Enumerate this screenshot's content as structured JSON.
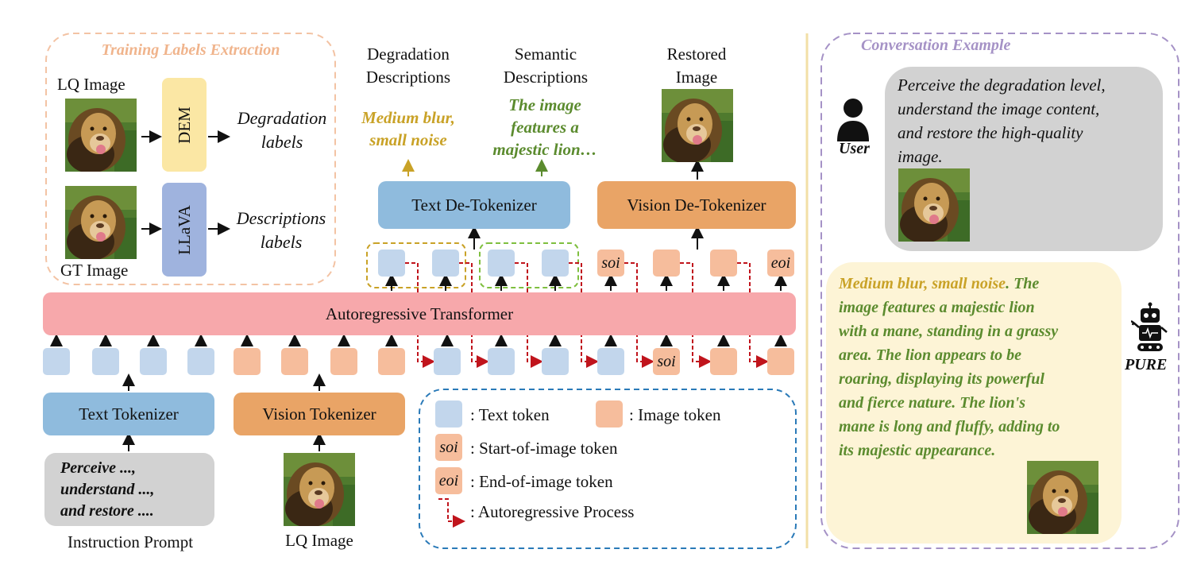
{
  "training": {
    "title": "Training Labels Extraction",
    "lq_label": "LQ Image",
    "gt_label": "GT Image",
    "dem": "DEM",
    "llava": "LLaVA",
    "degradation_labels": [
      "Degradation",
      "labels"
    ],
    "descriptions_labels": [
      "Descriptions",
      "labels"
    ]
  },
  "outputs": {
    "degradation_title": [
      "Degradation",
      "Descriptions"
    ],
    "semantic_title": [
      "Semantic",
      "Descriptions"
    ],
    "restored_title": [
      "Restored",
      "Image"
    ],
    "degradation_text": [
      "Medium blur,",
      "small noise"
    ],
    "semantic_text": [
      "The image",
      "features a",
      "majestic lion…"
    ]
  },
  "modules": {
    "text_detokenizer": "Text De-Tokenizer",
    "vision_detokenizer": "Vision De-Tokenizer",
    "transformer": "Autoregressive Transformer",
    "text_tokenizer": "Text Tokenizer",
    "vision_tokenizer": "Vision Tokenizer"
  },
  "tokens": {
    "soi": "soi",
    "eoi": "eoi"
  },
  "prompt": {
    "lines": [
      "Perceive ...,",
      "understand ...,",
      "and restore ...."
    ],
    "caption": "Instruction Prompt",
    "lq_caption": "LQ Image"
  },
  "legend": {
    "text_token": ": Text token",
    "image_token": ": Image token",
    "soi": ": Start-of-image token",
    "eoi": ": End-of-image token",
    "ar": ": Autoregressive Process"
  },
  "conversation": {
    "title": "Conversation Example",
    "user_label": "User",
    "user_text": [
      "Perceive the degradation level,",
      "understand the image content,",
      "and restore the high-quality",
      "image."
    ],
    "bot_label": "PURE",
    "bot_line1_gold": "Medium blur, small noise",
    "bot_line1_rest": ". The",
    "bot_lines": [
      "image features a majestic lion",
      "with a mane, standing in a grassy",
      "area. The lion appears to be",
      "roaring, displaying its powerful",
      "and fierce nature. The lion's",
      "mane is long and fluffy, adding to",
      "its majestic appearance."
    ]
  },
  "colors": {
    "gold": "#c9a227",
    "green": "#5b8b2e",
    "red_arrow": "#c0141c",
    "transformer": "#f7a8ab",
    "tokenizer_blue": "#8fbbdd",
    "tokenizer_orange": "#e9a466",
    "dem": "#fbe7a4",
    "llava": "#9fb3de",
    "purple_dash": "#a592c6",
    "peach_dash": "#f3c3a4",
    "blue_dash": "#2a7ab8"
  }
}
